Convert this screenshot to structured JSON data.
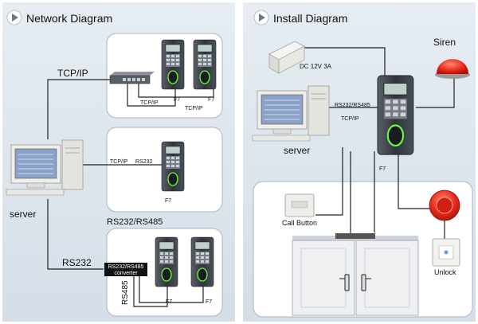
{
  "network": {
    "title": "Network Diagram",
    "server_label": "server",
    "tcpip_main": "TCP/IP",
    "rs232_main": "RS232",
    "rs_header": "RS232/RS485",
    "box1": {
      "tcpip_a": "TCP/IP",
      "tcpip_b": "TCP/IP",
      "f7_a": "F7",
      "f7_b": "F7"
    },
    "box2": {
      "tcpip": "TCP/IP",
      "rs232": "RS232",
      "f7": "F7"
    },
    "box3": {
      "converter_line1": "RS232/RS485",
      "converter_line2": "converter",
      "rs485": "RS485",
      "f7_a": "F7",
      "f7_b": "F7"
    }
  },
  "install": {
    "title": "Install Diagram",
    "power_label": "DC 12V 3A",
    "rs_label": "RS232/RS485",
    "tcpip_label": "TCP/IP",
    "server_label": "server",
    "siren_label": "Siren",
    "f7_label": "F7",
    "call_button_label": "Call Button",
    "unlock_label": "Unlock"
  },
  "colors": {
    "panel_bg": "#dde6ee",
    "box_bg": "#ffffff",
    "device_dark": "#3a3f45",
    "siren_red": "#e8261a",
    "accent_line": "#222222"
  }
}
